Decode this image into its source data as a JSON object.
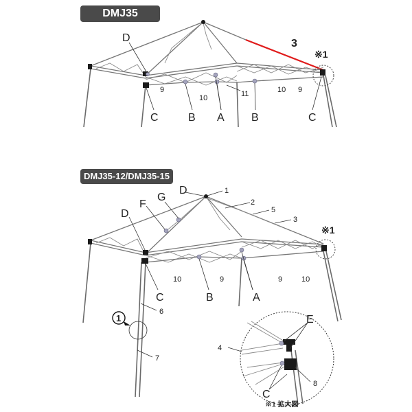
{
  "top_model": "DMJ35",
  "bottom_model": "DMJ35-12/DMJ35-15",
  "top": {
    "red_number": "3",
    "note_ref": "※1",
    "labels": {
      "D": "D",
      "C_left": "C",
      "B_left": "B",
      "A": "A",
      "B_right": "B",
      "C_right": "C"
    },
    "numbers": {
      "n9_left": "9",
      "n10_left": "10",
      "n11": "11",
      "n10_right": "10",
      "n9_right": "9"
    }
  },
  "bottom": {
    "note_ref": "※1",
    "labels": {
      "D_top": "D",
      "G": "G",
      "F": "F",
      "D_left": "D",
      "C": "C",
      "B": "B",
      "A": "A"
    },
    "numbers": {
      "n1": "1",
      "n2": "2",
      "n5": "5",
      "n3": "3",
      "n10_left": "10",
      "n9_left": "9",
      "n9_right": "9",
      "n10_right": "10",
      "n6": "6",
      "n7": "7"
    },
    "circled_callout": "1"
  },
  "inset": {
    "label_E": "E",
    "label_C": "C",
    "num_4": "4",
    "num_8": "8",
    "caption": "※1 拡大図"
  },
  "colors": {
    "tag_bg": "#4a4a4a",
    "red_highlight": "#e01b1b",
    "joint": "#a4a4bc"
  }
}
